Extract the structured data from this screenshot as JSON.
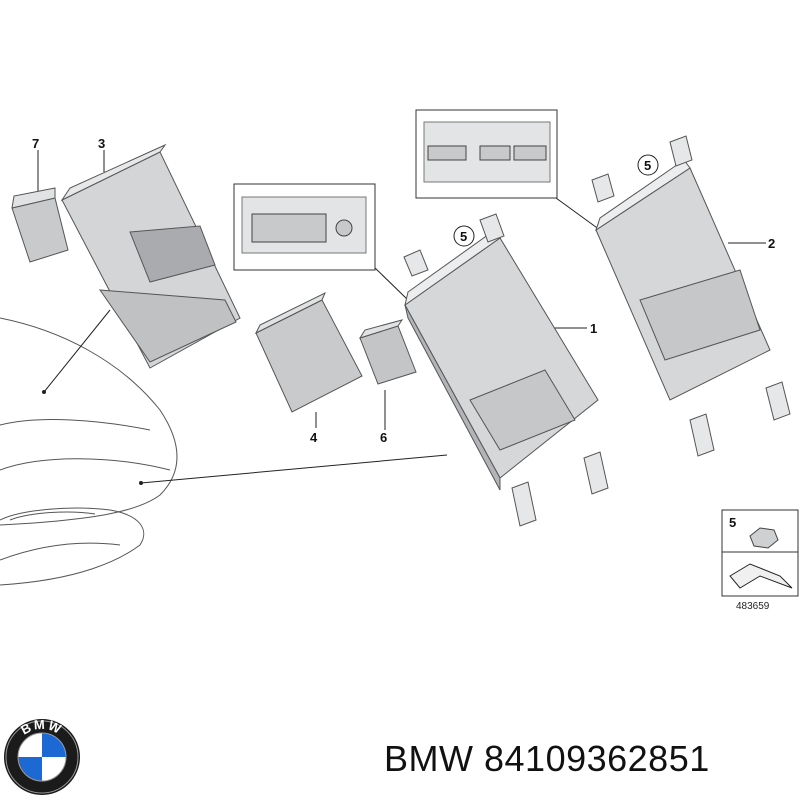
{
  "callouts": {
    "c1": "1",
    "c2": "2",
    "c3": "3",
    "c4": "4",
    "c5a": "5",
    "c5b": "5",
    "c6": "6",
    "c7": "7",
    "legend_num": "5"
  },
  "diagram_id": "483659",
  "logo": {
    "text": "BMW"
  },
  "caption": {
    "brand": "BMW",
    "part_number": "84109362851"
  },
  "colors": {
    "part_fill": "#d8d9db",
    "part_shade": "#b9bbbe",
    "line": "#333333",
    "background": "#ffffff"
  }
}
